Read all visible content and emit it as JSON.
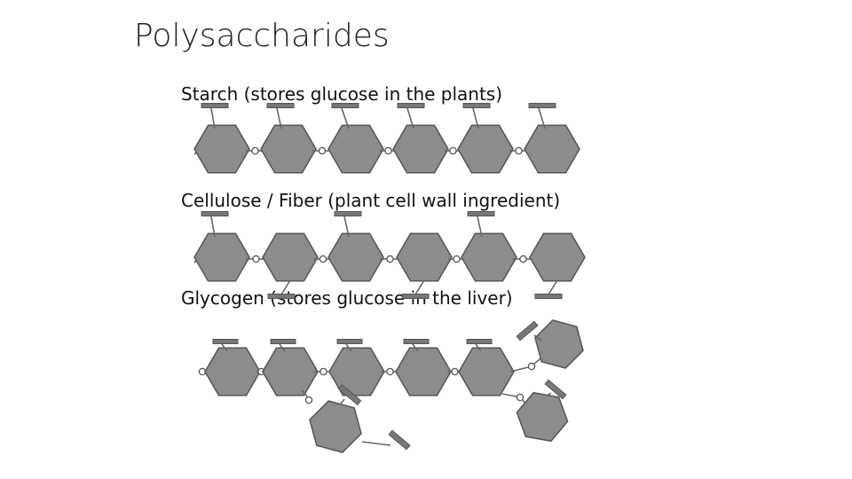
{
  "title": "Polysaccharides",
  "sections": {
    "starch": {
      "caption": "Starch (stores glucose in the plants)"
    },
    "cellulose": {
      "caption": "Cellulose / Fiber (plant cell wall ingredient)"
    },
    "glycogen": {
      "caption": "Glycogen (stores glucose in the liver)"
    }
  },
  "colors": {
    "ring": "#8c8c8c",
    "outline": "#555555",
    "background": "#ffffff"
  }
}
